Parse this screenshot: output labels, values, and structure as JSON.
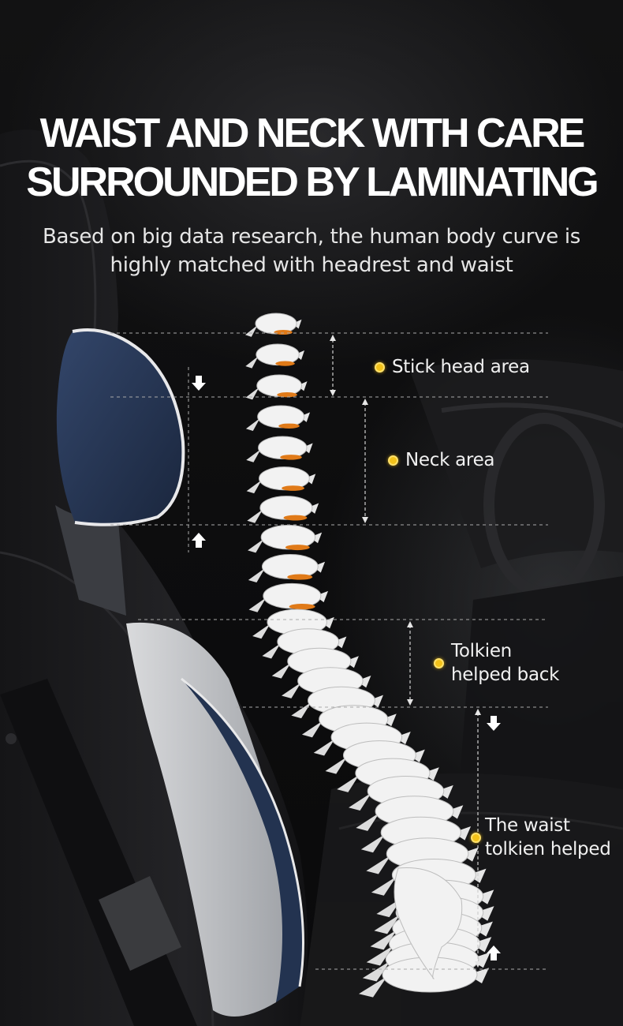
{
  "title": {
    "line1": "WAIST AND NECK WITH CARE",
    "line2": "SURROUNDED BY LAMINATING"
  },
  "subtitle": {
    "line1": "Based on big data research, the human body curve is",
    "line2": "highly matched with headrest and waist"
  },
  "zones": [
    {
      "lines": [
        "Stick head area"
      ]
    },
    {
      "lines": [
        "Neck area"
      ]
    },
    {
      "lines": [
        "Tolkien",
        "helped back"
      ]
    },
    {
      "lines": [
        "The waist",
        "tolkien helped"
      ]
    }
  ],
  "colors": {
    "background": "#0b0b0c",
    "accent_dot": "#f3c21a",
    "spine_bone": "#f2f2f2",
    "spine_disc": "#e07a18",
    "headrest": "#253552",
    "seat_leather": "#1b1b1d"
  },
  "icons": [
    "down-arrow-icon",
    "up-arrow-icon"
  ]
}
